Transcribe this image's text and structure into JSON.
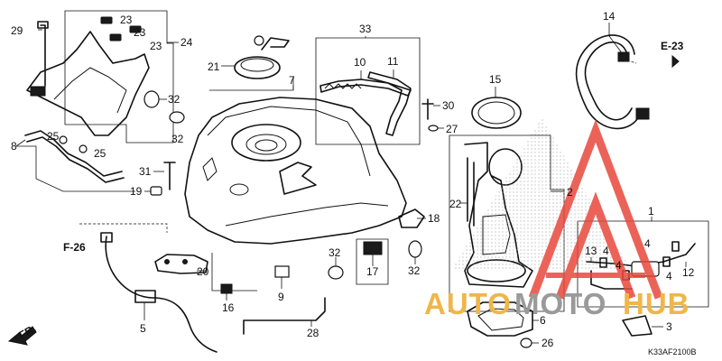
{
  "callouts": {
    "c1": "1",
    "c2": "2",
    "c3": "3",
    "c4a": "4",
    "c4b": "4",
    "c4c": "4",
    "c4d": "4",
    "c5": "5",
    "c6": "6",
    "c7": "7",
    "c8": "8",
    "c9": "9",
    "c10": "10",
    "c11": "11",
    "c12": "12",
    "c13": "13",
    "c14": "14",
    "c15": "15",
    "c16": "16",
    "c17": "17",
    "c18": "18",
    "c19": "19",
    "c20": "20",
    "c21": "21",
    "c22": "22",
    "c23a": "23",
    "c23b": "23",
    "c23c": "23",
    "c24": "24",
    "c25a": "25",
    "c25b": "25",
    "c26": "26",
    "c27": "27",
    "c28": "28",
    "c29": "29",
    "c30": "30",
    "c31": "31",
    "c32a": "32",
    "c32b": "32",
    "c32c": "32",
    "c32d": "32",
    "c33": "33"
  },
  "references": {
    "e23": "E-23",
    "f26": "F-26",
    "front": "FR."
  },
  "diagram_code": "K33AF2100B",
  "watermark": {
    "left": "AUTO",
    "mid": "MOTO",
    "right": "HUB"
  },
  "colors": {
    "watermark_orange": "#f0b64a",
    "watermark_gray": "#9a9a9a",
    "watermark_red": "#e8483c"
  }
}
